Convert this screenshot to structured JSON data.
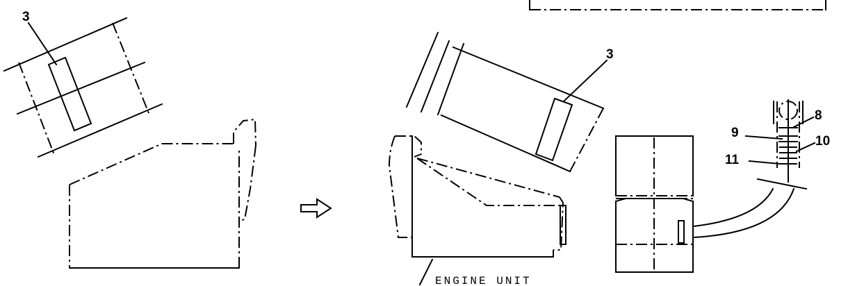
{
  "callouts": {
    "left_part": "3",
    "right_part": "3",
    "detail_8": "8",
    "detail_9": "9",
    "detail_10": "10",
    "detail_11": "11"
  },
  "labels": {
    "engine_unit": "ENGINE UNIT"
  }
}
